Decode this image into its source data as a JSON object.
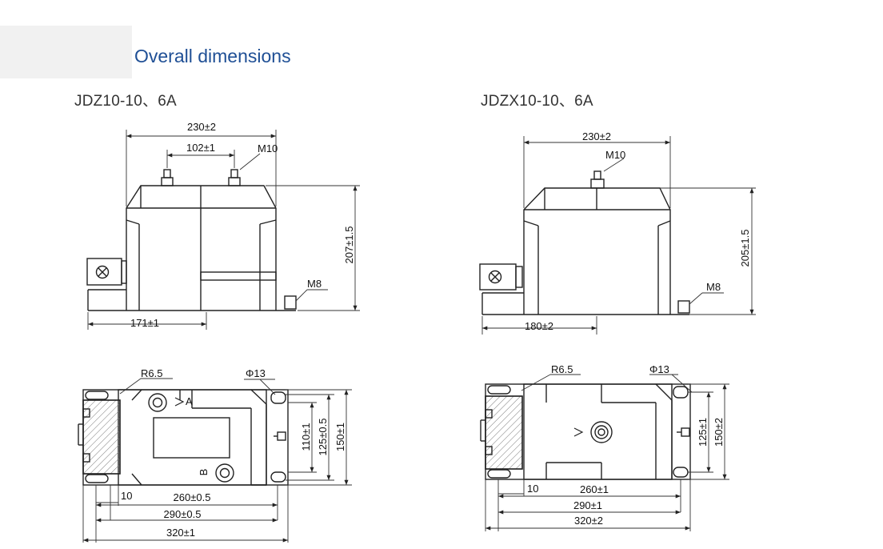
{
  "header": {
    "title": "Overall dimensions"
  },
  "left": {
    "model": "JDZ10-10、6A",
    "front": {
      "width": "230±2",
      "pitch": "102±1",
      "top_screw": "M10",
      "height": "207±1.5",
      "ground_screw": "M8",
      "base": "171±1"
    },
    "plan": {
      "radius": "R6.5",
      "hole": "Φ13",
      "terminal_a": "A",
      "terminal_b": "B",
      "d10": "10",
      "d260": "260±0.5",
      "d290": "290±0.5",
      "d320": "320±1",
      "d110": "110±1",
      "d125": "125±0.5",
      "d150": "150±1"
    }
  },
  "right": {
    "model": "JDZX10-10、6A",
    "front": {
      "width": "230±2",
      "top_screw": "M10",
      "height": "205±1.5",
      "ground_screw": "M8",
      "base": "180±2"
    },
    "plan": {
      "radius": "R6.5",
      "hole": "Φ13",
      "d10": "10",
      "d260": "260±1",
      "d290": "290±1",
      "d320": "320±2",
      "d125": "125±1",
      "d150": "150±2"
    }
  }
}
